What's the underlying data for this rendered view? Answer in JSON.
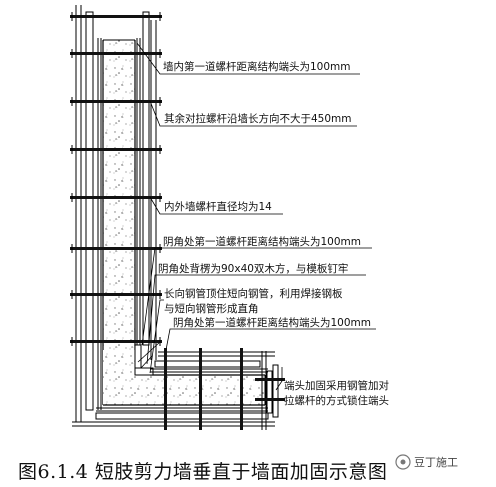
{
  "annotations": [
    "墙内第一道螺杆距离结构端头为100mm",
    "其余对拉螺杆沿墙长方向不大于450mm",
    "内外墙螺杆直径均为14",
    "阴角处第一道螺杆距离结构端头为100mm",
    "阴角处背楞为90x40双木方，与模板钉牢",
    "长向钢管顶住短向钢管，利用焊接钢板",
    "与短向钢管形成直角",
    "阴角处第一道螺杆距离结构端头为100mm",
    "端头加固采用钢管加对",
    "拉螺杆的方式锁住端头"
  ],
  "caption": "图6.1.4  短肢剪力墙垂直于墙面加固示意图",
  "watermark": "豆丁施工"
}
